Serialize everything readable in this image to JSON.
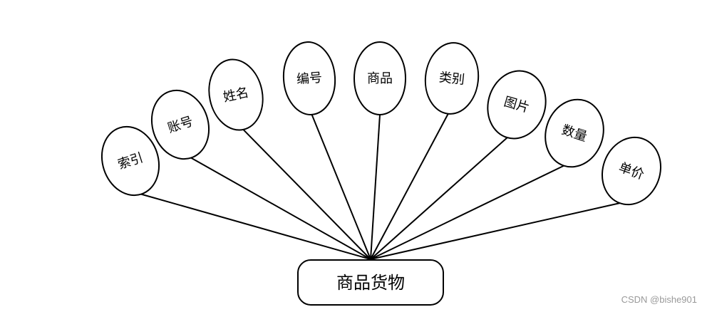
{
  "entity": {
    "label": "商品货物"
  },
  "attributes": [
    {
      "label": "索引"
    },
    {
      "label": "账号"
    },
    {
      "label": "姓名"
    },
    {
      "label": "编号"
    },
    {
      "label": "商品"
    },
    {
      "label": "类别"
    },
    {
      "label": "图片"
    },
    {
      "label": "数量"
    },
    {
      "label": "单价"
    }
  ],
  "watermark": "CSDN @bishe901"
}
